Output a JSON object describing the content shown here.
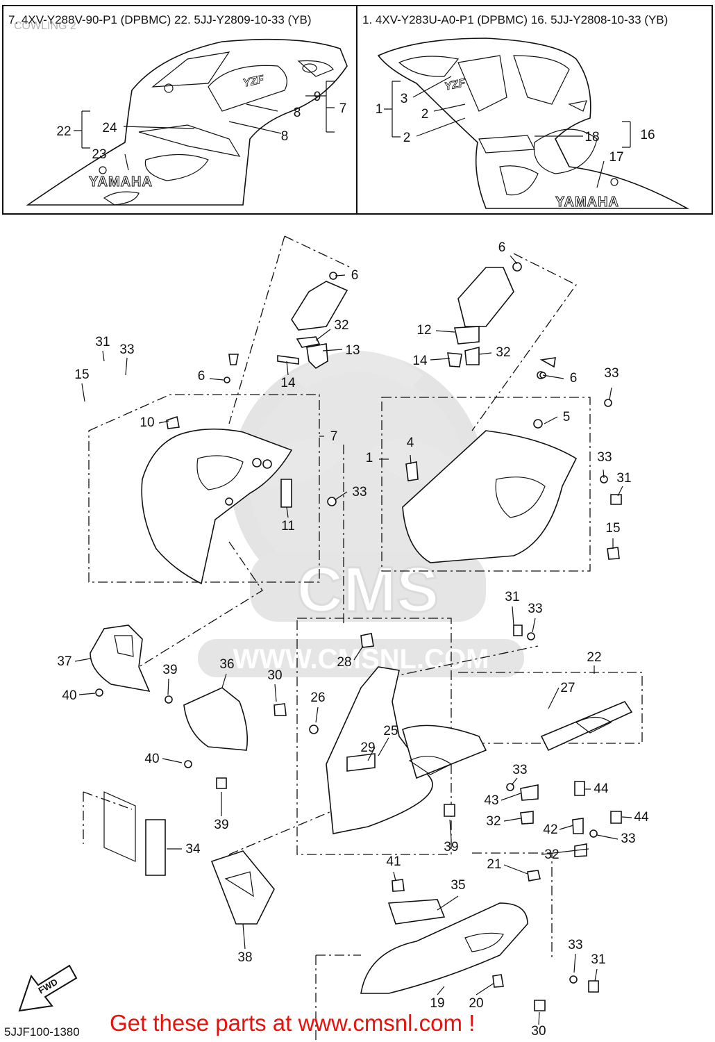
{
  "title": "COWLING 2",
  "left_header": "7. 4XV-Y288V-90-P1 (DPBMC)  22. 5JJ-Y2809-10-33 (YB)",
  "right_header": "1. 4XV-Y283U-A0-P1 (DPBMC)  16. 5JJ-Y2808-10-33 (YB)",
  "brand_text": "YAMAHA",
  "brand_small": "YAMAHA",
  "model_badge": "YZF",
  "watermark": {
    "brand": "CMS",
    "url": "WWW.CMSNL.COM"
  },
  "fwd_label": "FWD",
  "ref_code": "5JJF100-1380",
  "promo_text": "Get these parts at www.cmsnl.com !",
  "callouts_top_left": [
    "22",
    "24",
    "23",
    "9",
    "7",
    "8",
    "8"
  ],
  "callouts_top_right": [
    "1",
    "3",
    "2",
    "2",
    "18",
    "16",
    "17"
  ],
  "callouts_main": [
    "6",
    "32",
    "13",
    "14",
    "6",
    "12",
    "32",
    "14",
    "31",
    "33",
    "15",
    "6",
    "6",
    "33",
    "5",
    "10",
    "7",
    "1",
    "4",
    "11",
    "33",
    "33",
    "31",
    "15",
    "31",
    "33",
    "28",
    "22",
    "37",
    "39",
    "36",
    "30",
    "27",
    "40",
    "26",
    "25",
    "29",
    "40",
    "33",
    "44",
    "43",
    "32",
    "42",
    "44",
    "33",
    "39",
    "39",
    "34",
    "32",
    "41",
    "21",
    "35",
    "38",
    "33",
    "31",
    "19",
    "20",
    "30"
  ]
}
